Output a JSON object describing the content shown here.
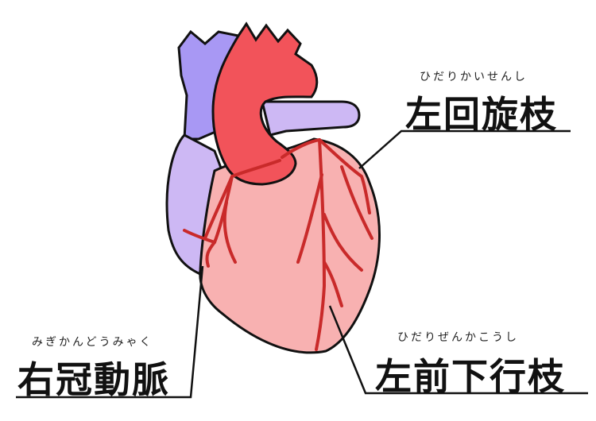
{
  "colors": {
    "aorta": "#f2535a",
    "ventricle": "#f8b1b1",
    "vein": "#a898f4",
    "atrium": "#cdb8f4",
    "artery": "#c92a2a",
    "outline": "#111111"
  },
  "labels": {
    "lcx": {
      "ruby": "ひだりかいせんし",
      "text": "左回旋枝"
    },
    "lad": {
      "ruby": "ひだりぜんかこうし",
      "text": "左前下行枝"
    },
    "rca": {
      "ruby": "みぎかんどうみゃく",
      "text": "右冠動脈"
    }
  }
}
